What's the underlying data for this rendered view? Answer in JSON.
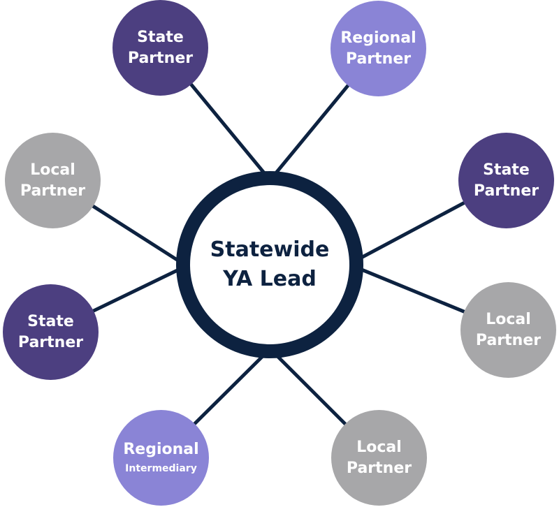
{
  "colors": {
    "state": "#4c3f80",
    "regional": "#8a84d6",
    "local": "#a7a7a9",
    "hub": "#0d2240"
  },
  "hub": {
    "line1": "Statewide",
    "line2": "YA Lead"
  },
  "nodes": [
    {
      "type": "state",
      "line1": "State",
      "line2": "Partner"
    },
    {
      "type": "regional",
      "line1": "Regional",
      "line2": "Partner"
    },
    {
      "type": "local",
      "line1": "Local",
      "line2": "Partner"
    },
    {
      "type": "state",
      "line1": "State",
      "line2": "Partner"
    },
    {
      "type": "state",
      "line1": "State",
      "line2": "Partner"
    },
    {
      "type": "local",
      "line1": "Local",
      "line2": "Partner"
    },
    {
      "type": "regional",
      "line1": "Regional",
      "line2": "Intermediary"
    },
    {
      "type": "local",
      "line1": "Local",
      "line2": "Partner"
    }
  ]
}
